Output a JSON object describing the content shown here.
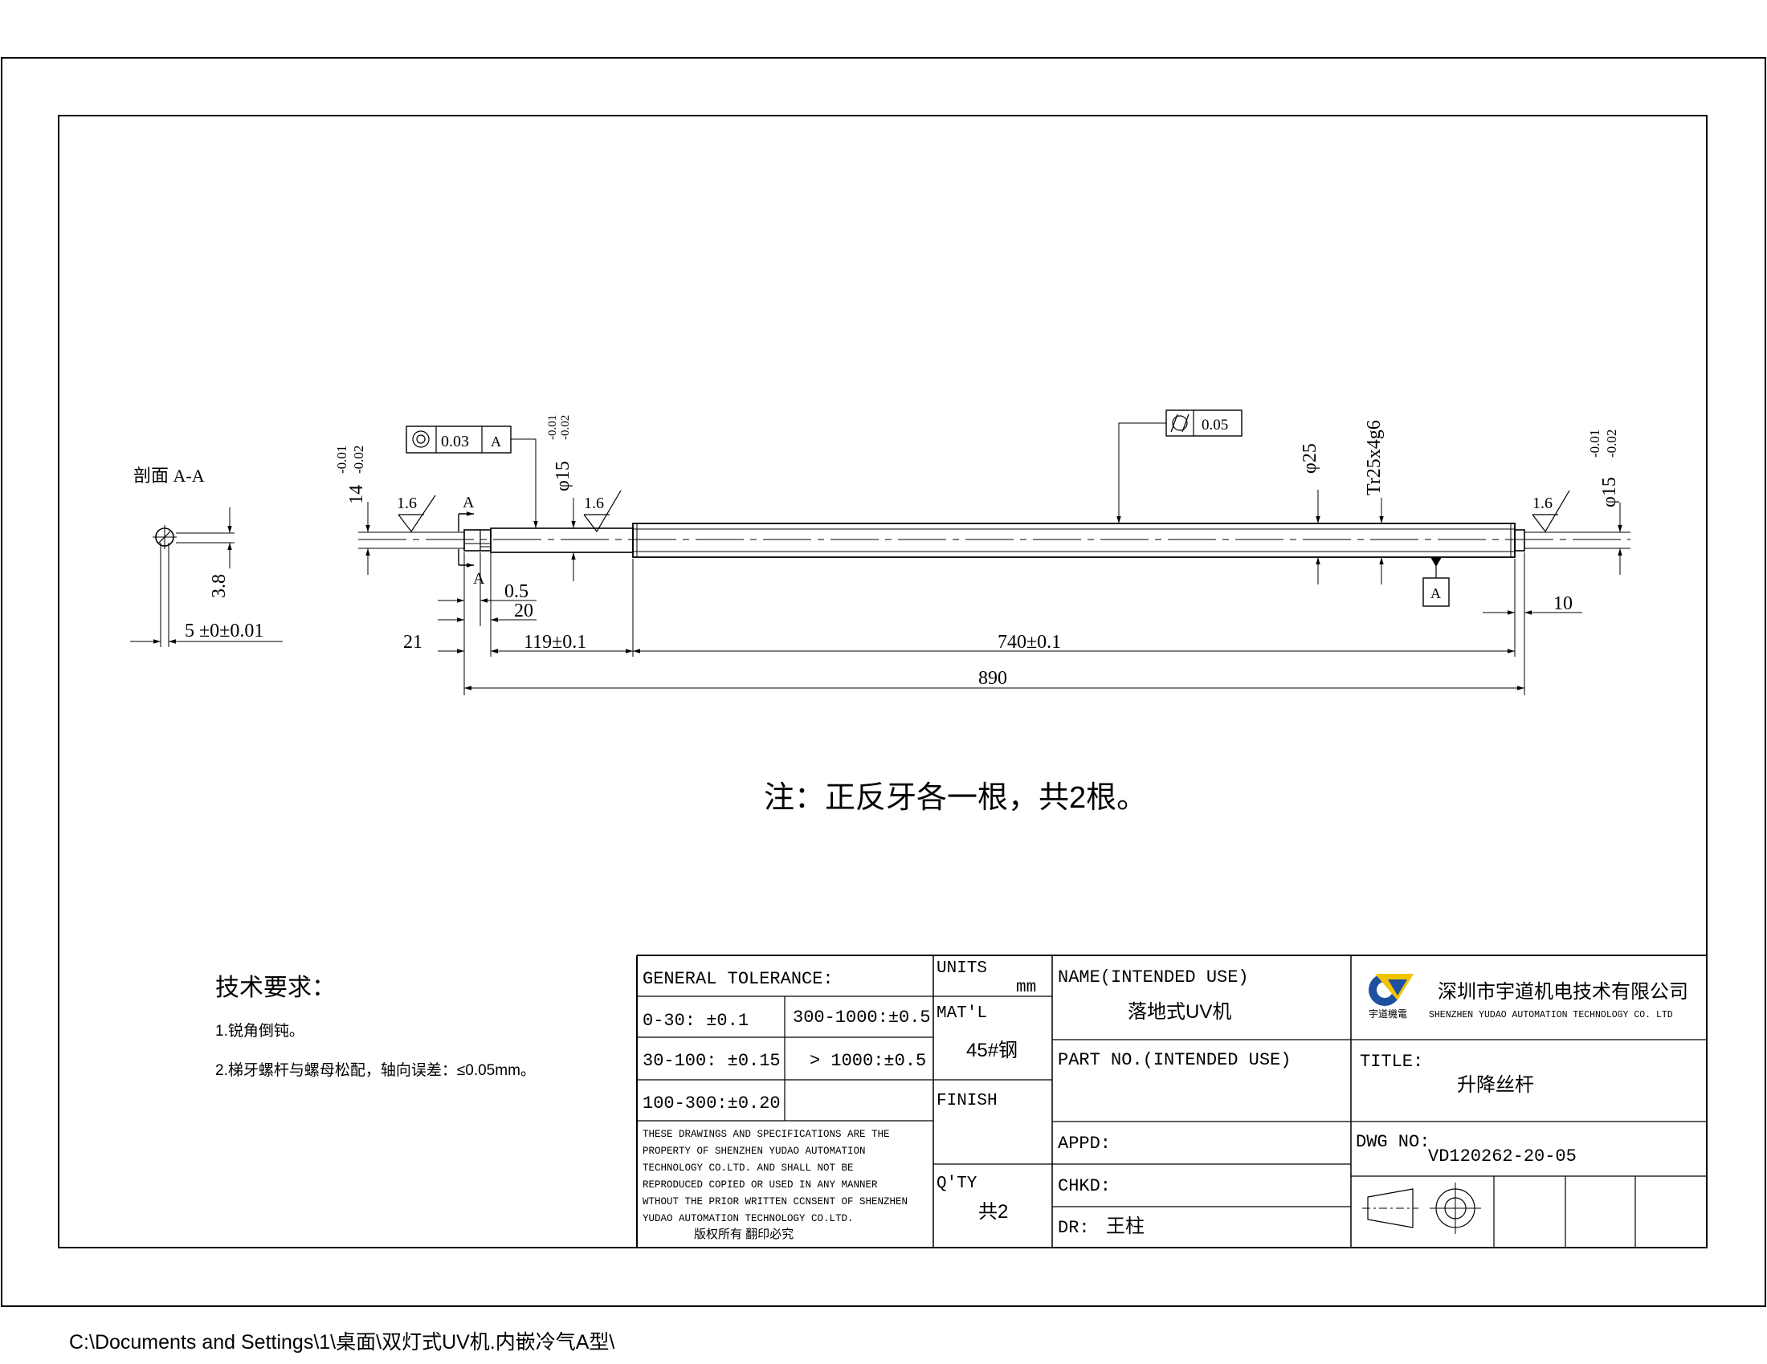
{
  "section": {
    "label": "剖面 A-A",
    "dim_depth": "3.8",
    "dim_width": "5 ±0±0.01"
  },
  "part": {
    "roughness": "1.6",
    "left_dia_tol_upper": "-0.01",
    "left_dia_tol_lower": "-0.02",
    "left_dia": "14",
    "section_mark": "A",
    "coax_tol": "0.03",
    "coax_datum": "A",
    "journal_dia": "φ15",
    "journal_tol_upper": "-0.01",
    "journal_tol_lower": "-0.02",
    "cyl_tol": "0.05",
    "thread_dia": "φ25",
    "thread_spec": "Tr25x4g6",
    "datum": "A",
    "right_dia": "φ15",
    "right_tol_upper": "-0.01",
    "right_tol_lower": "-0.02",
    "dim_0_5": "0.5",
    "dim_20": "20",
    "dim_21": "21",
    "dim_119": "119±0.1",
    "dim_740": "740±0.1",
    "dim_10": "10",
    "dim_890": "890"
  },
  "note": "注：正反牙各一根，共2根。",
  "tech": {
    "title": "技术要求：",
    "item1": "1.锐角倒钝。",
    "item2": "2.梯牙螺杆与螺母松配，轴向误差：≤0.05mm。"
  },
  "titleblock": {
    "general_tolerance": "GENERAL TOLERANCE:",
    "tol_0_30": "0-30:    ±0.1",
    "tol_300_1000": "300-1000:±0.5",
    "tol_30_100": "30-100: ±0.15",
    "tol_gt_1000": "> 1000:±0.5",
    "tol_100_300": "100-300:±0.20",
    "disclaimer": [
      "THESE DRAWINGS AND SPECIFICATIONS ARE THE",
      "PROPERTY OF SHENZHEN YUDAO AUTOMATION",
      "TECHNOLOGY CO.LTD.   AND SHALL NOT BE",
      "REPRODUCED COPIED OR USED IN ANY MANNER",
      "WTHOUT THE PRIOR WRITTEN CCNSENT OF SHENZHEN",
      "YUDAO AUTOMATION TECHNOLOGY CO.LTD."
    ],
    "copyright": "版权所有  翻印必究",
    "units_label": "UNITS",
    "units_value": "mm",
    "matl_label": "MAT'L",
    "matl_value": "45#钢",
    "finish_label": "FINISH",
    "qty_label": "Q'TY",
    "qty_value": "共2",
    "name_label": "NAME(INTENDED USE)",
    "name_value": "落地式UV机",
    "partno_label": "PART NO.(INTENDED USE)",
    "appd_label": "APPD:",
    "chkd_label": "CHKD:",
    "dr_label": "DR:",
    "dr_value": "王柱",
    "company_cn": "深圳市宇道机电技术有限公司",
    "company_en": "SHENZHEN YUDAO AUTOMATION TECHNOLOGY CO. LTD",
    "logo_text": "宇道機電",
    "title_label": "TITLE:",
    "title_value": "升降丝杆",
    "dwg_label": "DWG NO:",
    "dwg_value": "VD120262-20-05"
  },
  "footer_path": "C:\\Documents and Settings\\1\\桌面\\双灯式UV机.内嵌冷气A型\\",
  "colors": {
    "line": "#000000",
    "logo_blue": "#1f4fa0",
    "logo_yellow": "#f2c400"
  }
}
